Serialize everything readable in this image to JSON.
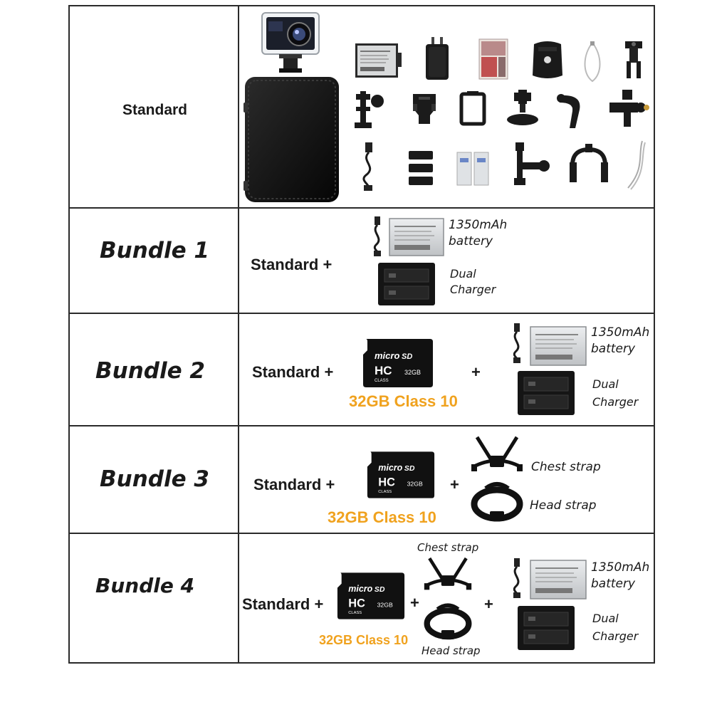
{
  "rows": {
    "standard": {
      "label": "Standard",
      "items": [
        {
          "icon": "action-camera-icon"
        },
        {
          "icon": "carry-case-icon"
        },
        {
          "icon": "battery-icon"
        },
        {
          "icon": "wall-charger-icon"
        },
        {
          "icon": "user-manual-icon"
        },
        {
          "icon": "curved-mount-icon"
        },
        {
          "icon": "safety-tether-icon"
        },
        {
          "icon": "tripod-adapter-icon"
        },
        {
          "icon": "extension-arm-icon"
        },
        {
          "icon": "quick-release-buckle-icon"
        },
        {
          "icon": "protective-frame-icon"
        },
        {
          "icon": "tripod-mount-icon"
        },
        {
          "icon": "j-hook-mount-icon"
        },
        {
          "icon": "pivot-arm-icon"
        },
        {
          "icon": "usb-cable-icon"
        },
        {
          "icon": "velcro-straps-icon"
        },
        {
          "icon": "adhesive-pads-icon"
        },
        {
          "icon": "long-pivot-arm-icon"
        },
        {
          "icon": "handlebar-mount-icon"
        },
        {
          "icon": "cable-ties-icon"
        }
      ]
    },
    "bundle1": {
      "label": "Bundle 1",
      "standard_plus": "Standard +",
      "battery_line1": "1350mAh",
      "battery_line2": "battery",
      "charger_line1": "Dual",
      "charger_line2": "Charger"
    },
    "bundle2": {
      "label": "Bundle 2",
      "standard_plus": "Standard +",
      "plus": "+",
      "sd_card": "32GB Class 10",
      "battery_line1": "1350mAh",
      "battery_line2": "battery",
      "charger_line1": "Dual",
      "charger_line2": "Charger"
    },
    "bundle3": {
      "label": "Bundle 3",
      "standard_plus": "Standard +",
      "plus": "+",
      "sd_card": "32GB Class 10",
      "chest_strap": "Chest strap",
      "head_strap": "Head strap"
    },
    "bundle4": {
      "label": "Bundle 4",
      "standard_plus": "Standard +",
      "plus": "+",
      "sd_card": "32GB Class 10",
      "chest_strap": "Chest strap",
      "head_strap": "Head strap",
      "battery_line1": "1350mAh",
      "battery_line2": "battery",
      "charger_line1": "Dual",
      "charger_line2": "Charger"
    }
  },
  "sd_card_face": {
    "brand_line1": "micro",
    "brand_line2": "SD",
    "hc": "HC",
    "class_text": "CLASS",
    "capacity": "32GB"
  },
  "colors": {
    "accent_orange": "#f0a21e",
    "border": "#2a2a2a",
    "product_black": "#141414",
    "battery_silver": "#d4d6d8"
  }
}
